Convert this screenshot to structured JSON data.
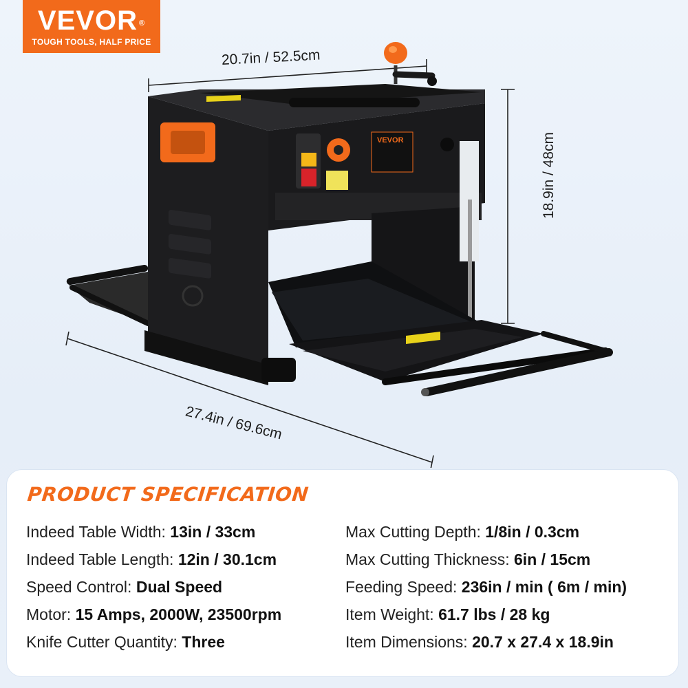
{
  "brand": {
    "name": "VEVOR",
    "registered": "®",
    "tagline": "TOUGH TOOLS, HALF PRICE",
    "color": "#f26a1b"
  },
  "dimensions": {
    "width": "20.7in / 52.5cm",
    "height": "18.9in / 48cm",
    "depth": "27.4in / 69.6cm"
  },
  "spec": {
    "title": "PRODUCT SPECIFICATION",
    "left": [
      {
        "label": "Indeed Table Width: ",
        "value": "13in / 33cm"
      },
      {
        "label": "Indeed Table Length: ",
        "value": "12in / 30.1cm"
      },
      {
        "label": "Speed Control: ",
        "value": "Dual Speed"
      },
      {
        "label": "Motor: ",
        "value": "15 Amps, 2000W,  23500rpm"
      },
      {
        "label": "Knife Cutter Quantity: ",
        "value": "Three"
      }
    ],
    "right": [
      {
        "label": "Max Cutting Depth: ",
        "value": "1/8in / 0.3cm"
      },
      {
        "label": "Max Cutting Thickness: ",
        "value": "6in / 15cm"
      },
      {
        "label": "Feeding Speed: ",
        "value": "236in / min ( 6m / min)"
      },
      {
        "label": "Item Weight: ",
        "value": "61.7 lbs / 28 kg"
      },
      {
        "label": "Item Dimensions: ",
        "value": "20.7 x 27.4 x 18.9in"
      }
    ]
  },
  "machine_label": "VEVOR"
}
